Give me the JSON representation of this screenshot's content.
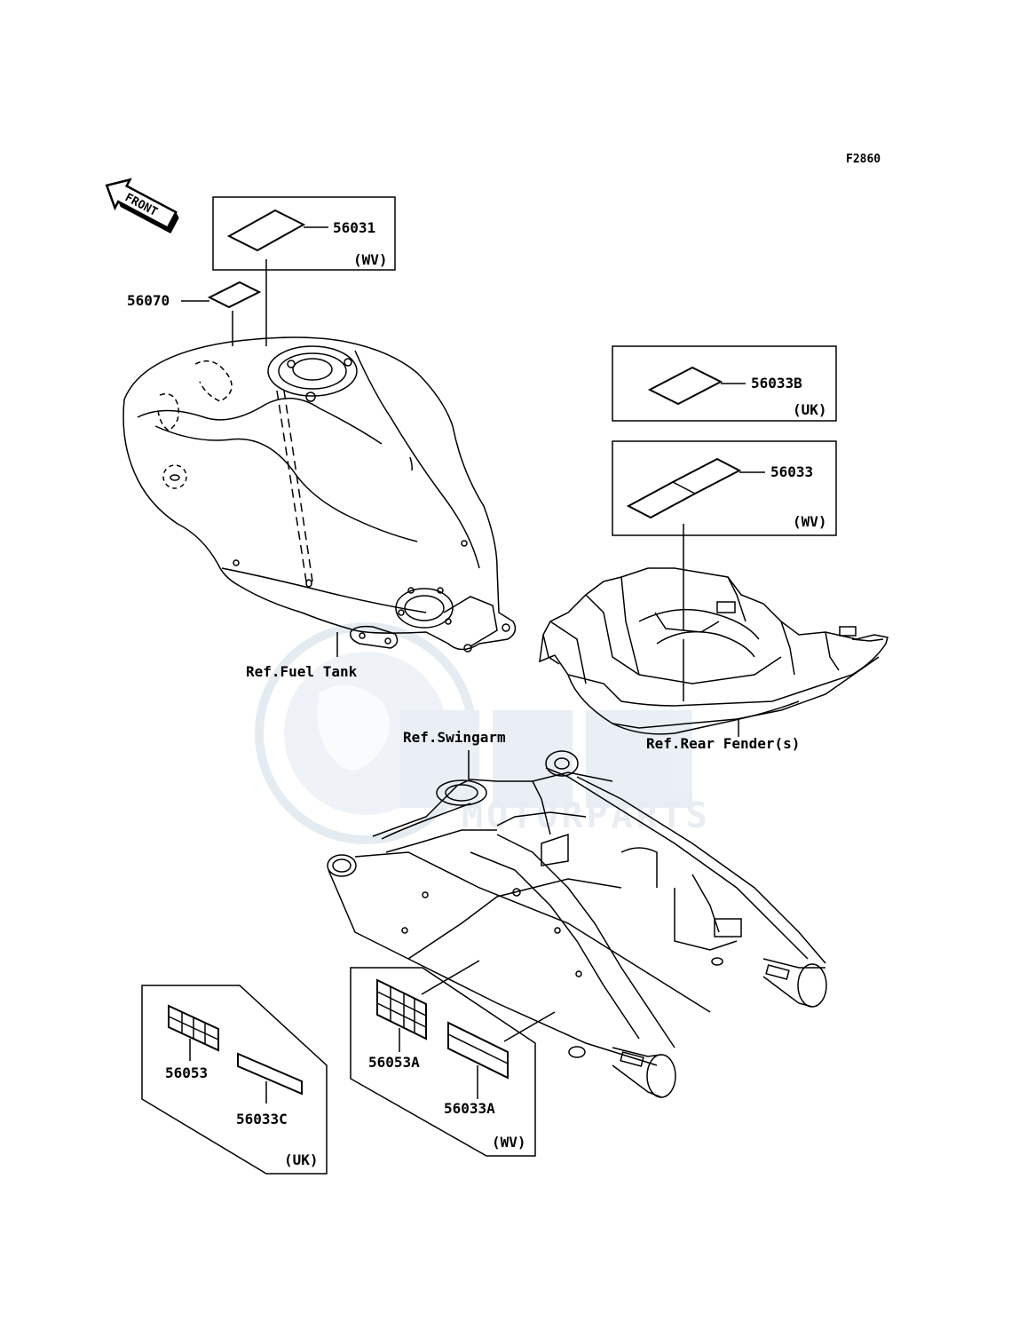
{
  "figure_code": "F2860",
  "front_label": "FRONT",
  "watermark": {
    "brand": "OSM",
    "sub": "MOTORPARTS"
  },
  "parts": {
    "p56031": "56031",
    "p56031_region": "(WV)",
    "p56070": "56070",
    "p56033B": "56033B",
    "p56033B_region": "(UK)",
    "p56033": "56033",
    "p56033_region": "(WV)",
    "p56053": "56053",
    "p56033C": "56033C",
    "left_box_region": "(UK)",
    "p56053A": "56053A",
    "p56033A": "56033A",
    "right_box_region": "(WV)"
  },
  "refs": {
    "fuel_tank": "Ref.Fuel Tank",
    "swingarm": "Ref.Swingarm",
    "rear_fender": "Ref.Rear Fender(s)"
  },
  "colors": {
    "line": "#000000",
    "watermark": "#dbe6ef"
  }
}
